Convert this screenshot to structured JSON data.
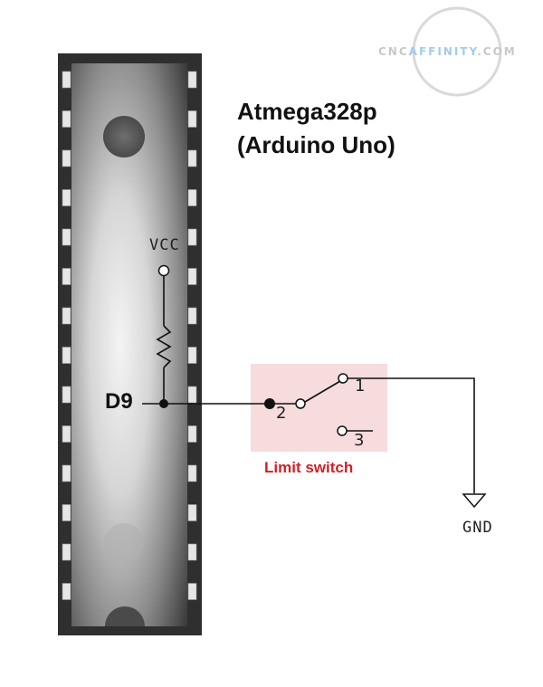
{
  "title": {
    "line1": "Atmega328p",
    "line2": "(Arduino Uno)"
  },
  "pin_label": "D9",
  "power_label": "VCC",
  "ground_label": "GND",
  "switch": {
    "label": "Limit switch",
    "terminal_1": "1",
    "terminal_2": "2",
    "terminal_3": "3"
  },
  "watermark": {
    "prefix": "CNC",
    "highlight": "AFFINITY",
    "suffix": ".COM"
  },
  "colors": {
    "chip_body": "#3a3a3a",
    "chip_highlight": "#f2f2f2",
    "pin_metal": "#e6e6e6",
    "wire": "#111111",
    "switch_box": "#f6dcdc",
    "switch_label": "#d21f26",
    "watermark_gray": "#c8c8c8",
    "watermark_accent": "#a5cbe8"
  },
  "icons": [
    "resistor-icon",
    "ground-icon",
    "switch-icon"
  ]
}
